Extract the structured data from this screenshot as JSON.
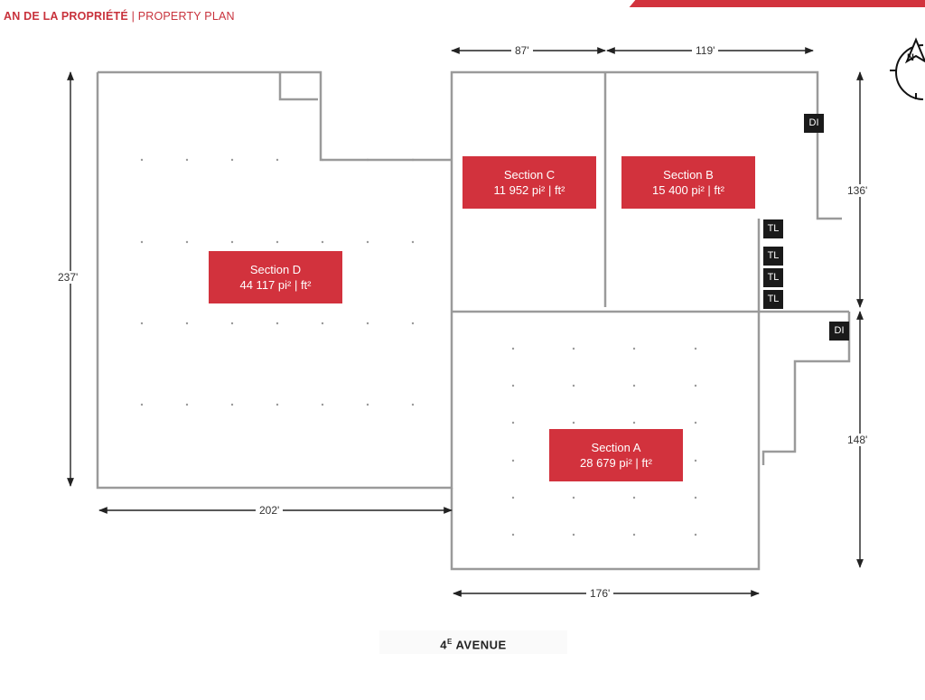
{
  "header": {
    "title_fr": "AN DE LA PROPRIÉTÉ",
    "separator": "|",
    "title_en": "PROPERTY PLAN"
  },
  "sections": [
    {
      "name": "Section D",
      "area": "44 117 pi² | ft²"
    },
    {
      "name": "Section C",
      "area": "11 952 pi² | ft²"
    },
    {
      "name": "Section B",
      "area": "15 400 pi² | ft²"
    },
    {
      "name": "Section A",
      "area": "28 679 pi² | ft²"
    }
  ],
  "dimensions": {
    "top_c": "87'",
    "top_b": "119'",
    "left": "237'",
    "right_upper": "136'",
    "right_lower": "148'",
    "bottom_d": "202'",
    "bottom_a": "176'"
  },
  "tags": {
    "di": "DI",
    "tl": "TL"
  },
  "compass": {
    "label": "N",
    "icon": "north-compass-icon"
  },
  "street": {
    "number": "4",
    "suffix": "E",
    "name": "AVENUE"
  },
  "colors": {
    "accent": "#d2323d",
    "wall": "#9a9a9a"
  }
}
